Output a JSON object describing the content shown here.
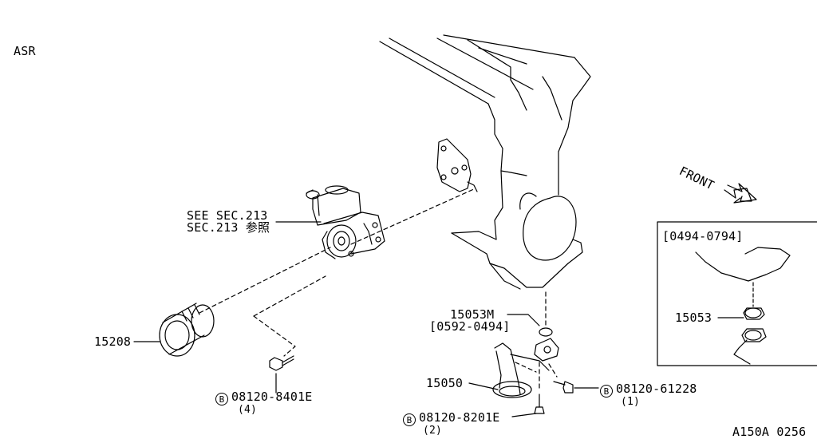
{
  "header": {
    "model_code": "ASR"
  },
  "labels": {
    "oil_filter": "15208",
    "sec_ref_line1": "SEE SEC.213",
    "sec_ref_line2": "SEC.213 参照",
    "o_ring_part": "15053M",
    "o_ring_period": "[0592-0494]",
    "strainer": "15050",
    "front_arrow": "FRONT"
  },
  "bolts": [
    {
      "circle": "B",
      "part": "08120-8401E",
      "qty": "(4)"
    },
    {
      "circle": "B",
      "part": "08120-8201E",
      "qty": "(2)"
    },
    {
      "circle": "B",
      "part": "08120-61228",
      "qty": "(1)"
    }
  ],
  "inset": {
    "period": "[0494-0794]",
    "part": "15053"
  },
  "footer": {
    "drawing_code": "A150A 0256"
  }
}
